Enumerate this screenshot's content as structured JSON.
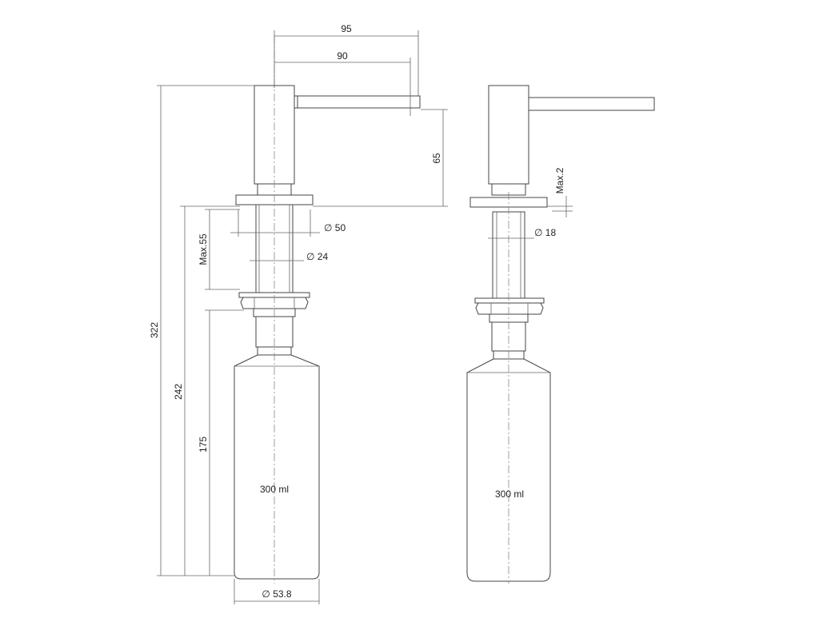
{
  "diagram": {
    "views": [
      {
        "id": "front",
        "dimensions": {
          "top_width_95": "95",
          "top_width_90": "90",
          "spout_height": "65",
          "total_height": "322",
          "height_242": "242",
          "height_175": "175",
          "max_thickness": "Max.55",
          "flange_diameter": "∅ 50",
          "shank_diameter": "∅ 24",
          "bottle_diameter": "∅ 53.8"
        },
        "bottle_label": "300 ml"
      },
      {
        "id": "side",
        "dimensions": {
          "max_gap": "Max.2",
          "shank_diameter": "∅ 18"
        },
        "bottle_label": "300 ml"
      }
    ]
  }
}
